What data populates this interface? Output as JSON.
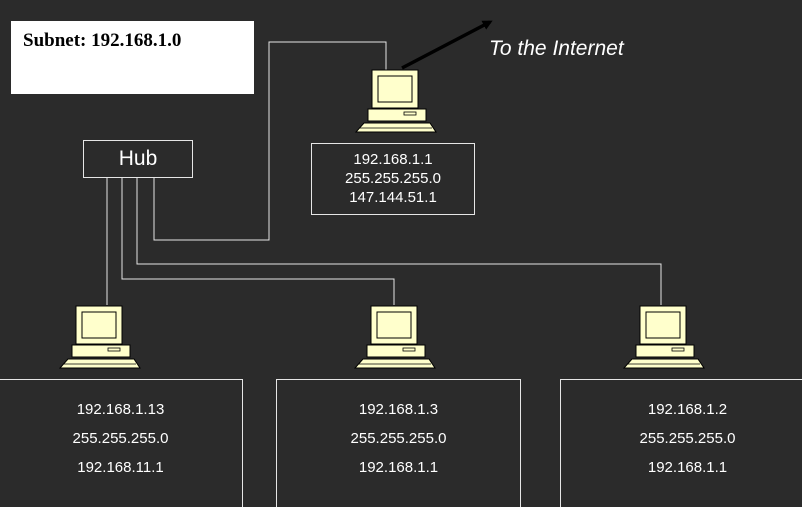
{
  "subnet": {
    "label": "Subnet: 192.168.1.0"
  },
  "hub": {
    "label": "Hub"
  },
  "internet": {
    "label": "To the Internet"
  },
  "gateway": {
    "ip": "192.168.1.1",
    "mask": "255.255.255.0",
    "external_ip": "147.144.51.1"
  },
  "hosts": [
    {
      "ip": "192.168.1.13",
      "mask": "255.255.255.0",
      "gateway": "192.168.11.1"
    },
    {
      "ip": "192.168.1.3",
      "mask": "255.255.255.0",
      "gateway": "192.168.1.1"
    },
    {
      "ip": "192.168.1.2",
      "mask": "255.255.255.0",
      "gateway": "192.168.1.1"
    }
  ],
  "colors": {
    "background": "#2b2b2b",
    "computer_body": "#ffffcc",
    "line": "#e6e6e6",
    "text": "#ffffff"
  },
  "icons": {
    "computer": "desktop-computer-icon",
    "arrow": "arrow-up-right-icon"
  }
}
